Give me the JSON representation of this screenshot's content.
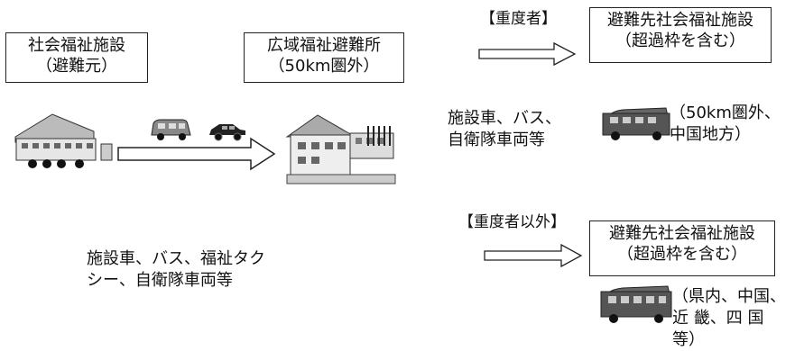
{
  "origin_box": {
    "line1": "社会福祉施設",
    "line2": "（避難元）"
  },
  "wide_area_box": {
    "line1": "広域福祉避難所",
    "line2": "（50km圏外）"
  },
  "severe_label": "【重度者】",
  "non_severe_label": "【重度者以外】",
  "dest_box_severe": {
    "line1": "避難先社会福祉施設",
    "line2": "（超過枠を含む）"
  },
  "dest_box_other": {
    "line1": "避難先社会福祉施設",
    "line2": "（超過枠を含む）"
  },
  "transport_severe": {
    "line1": "施設車、バス、",
    "line2": "自衛隊車両等"
  },
  "transport_general": {
    "line1": "施設車、バス、福祉タク",
    "line2": "シー、自衛隊車両等"
  },
  "dest_area_severe": {
    "line1": "（50km圏外、",
    "line2": "中国地方）"
  },
  "dest_area_other": {
    "line1": "（県内、中国、",
    "line2": "近 畿、四 国",
    "line3": "等）"
  }
}
